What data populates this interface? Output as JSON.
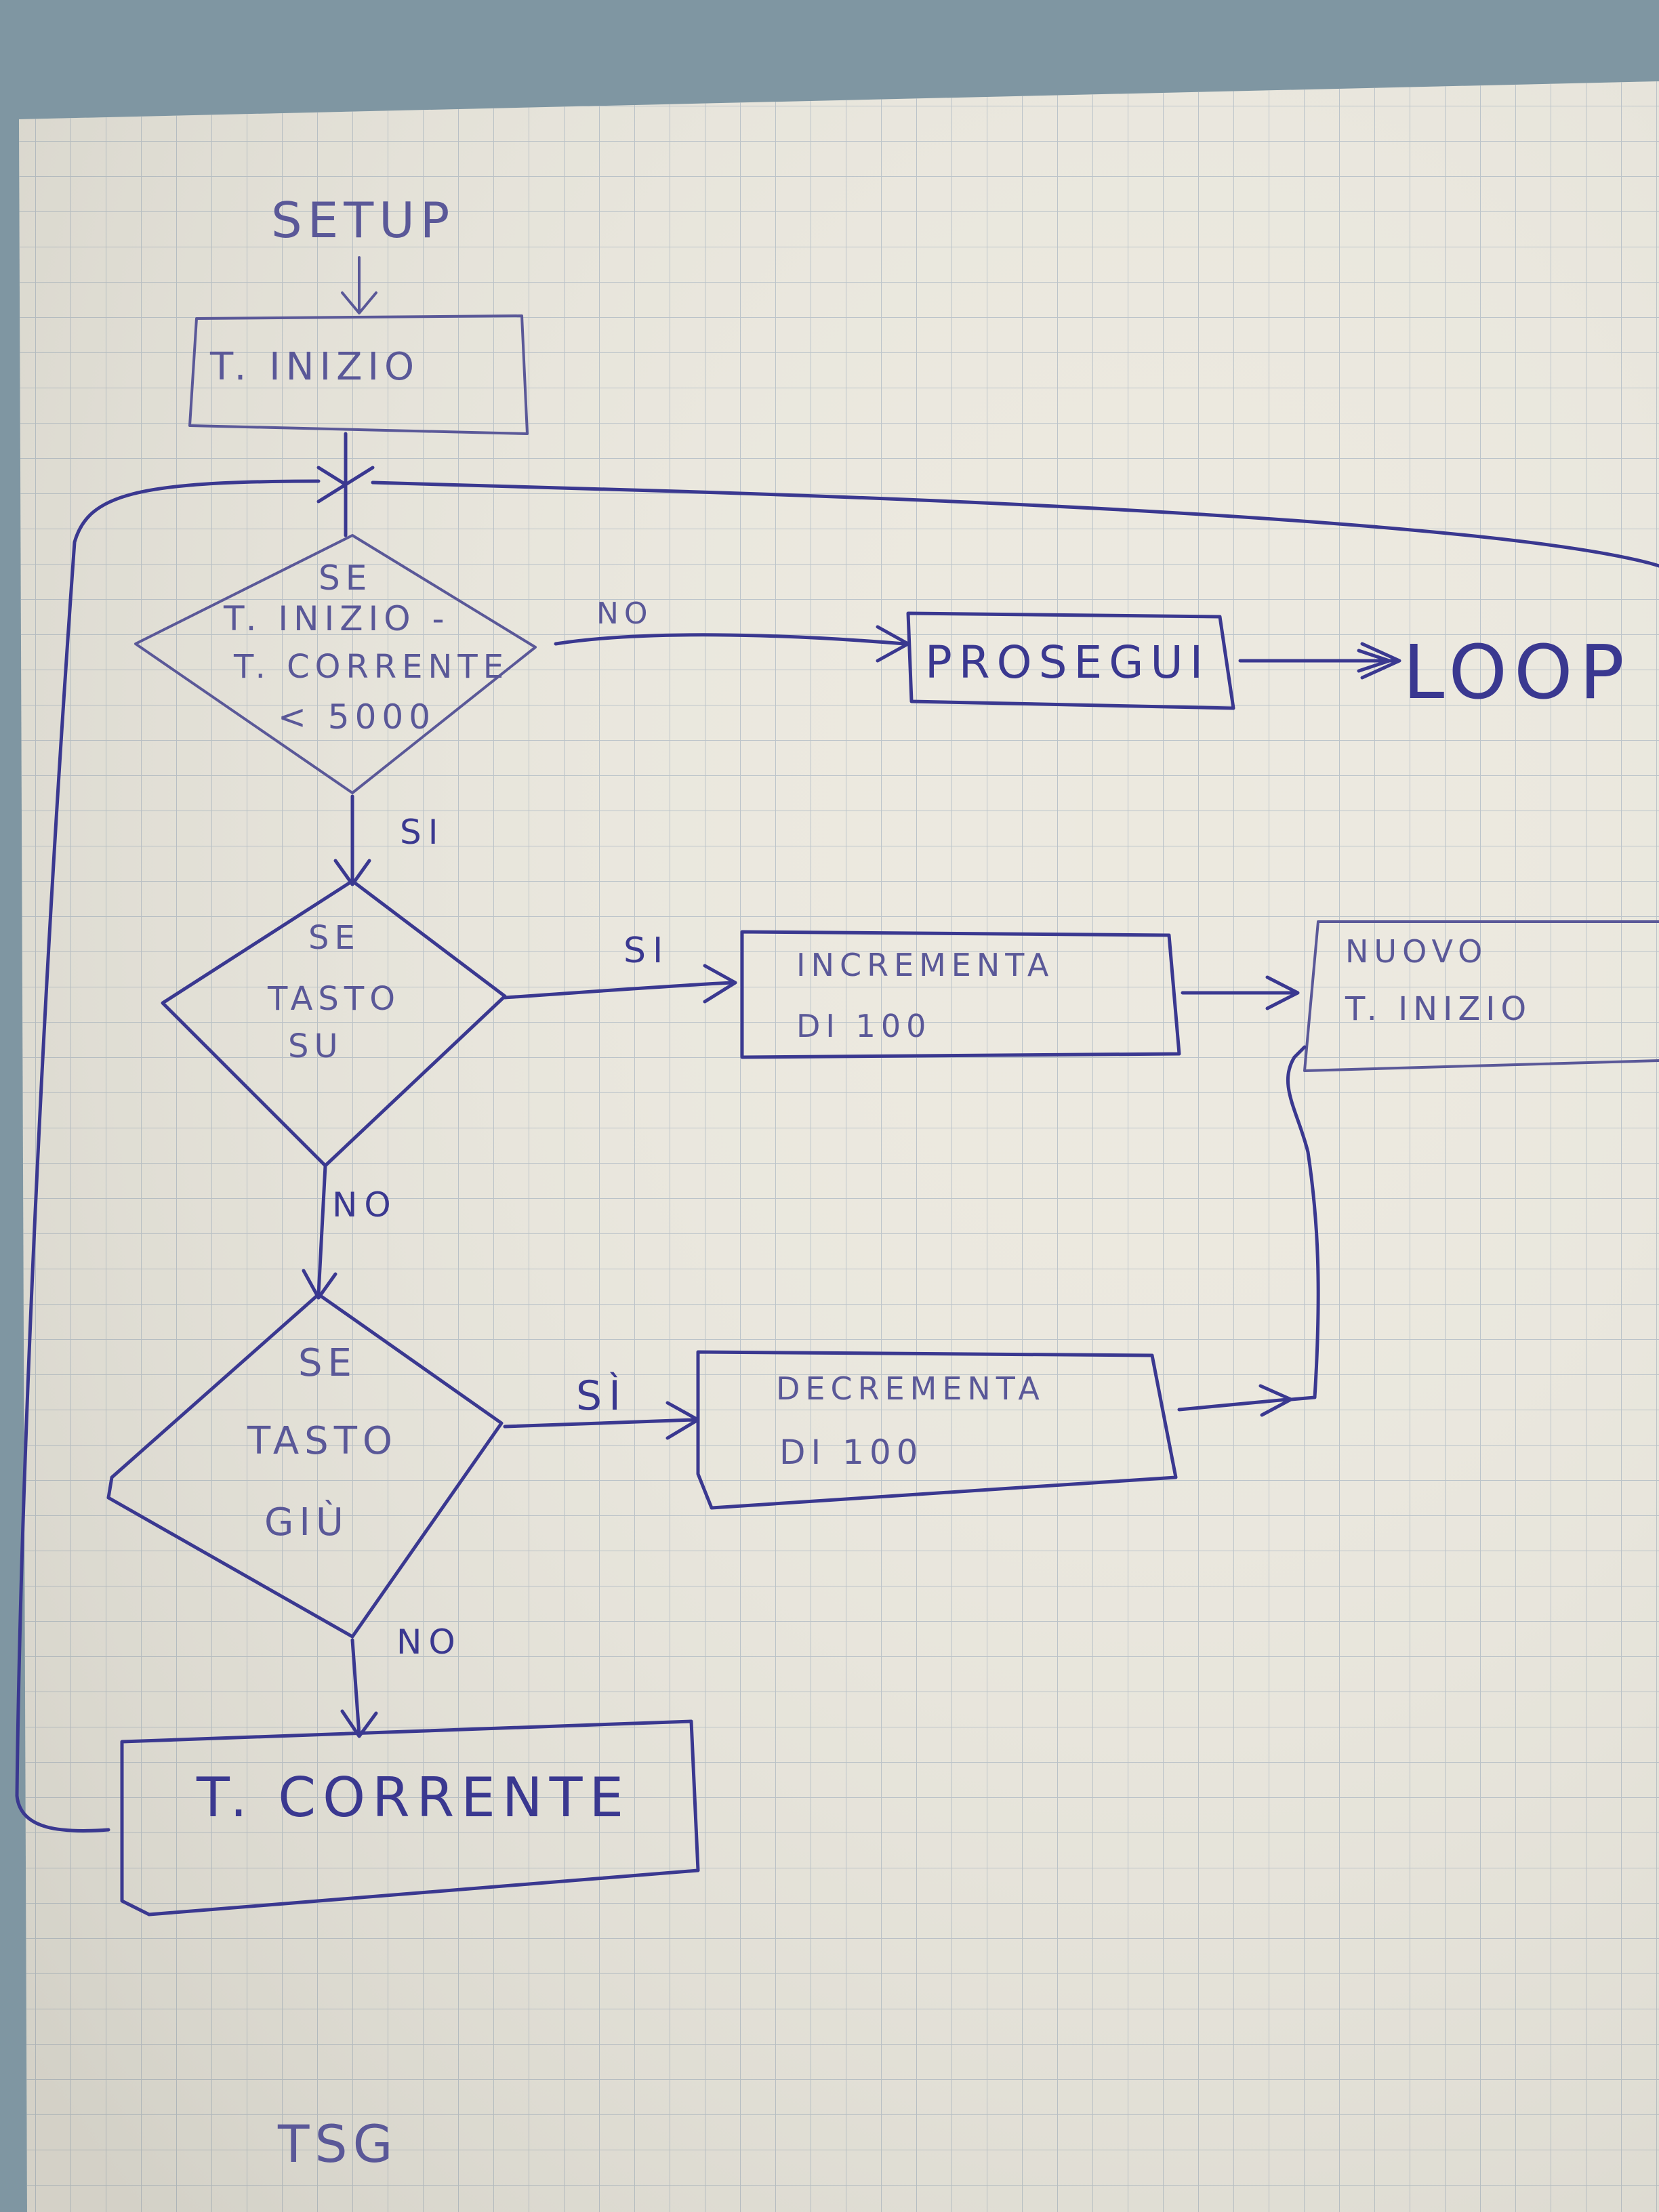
{
  "diagram": {
    "setup": "SETUP",
    "t_inizio": "T. INIZIO",
    "decision1": [
      "SE",
      "T. INIZIO -",
      "T. CORRENTE",
      "< 5000"
    ],
    "decision1_no": "NO",
    "decision1_yes": "SI",
    "prosegui": "PROSEGUI",
    "loop": "LOOP",
    "decision2": [
      "SE",
      "TASTO",
      "SU"
    ],
    "decision2_yes": "SI",
    "decision2_no": "NO",
    "incrementa": [
      "INCREMENTA",
      "DI 100"
    ],
    "nuovo": [
      "NUOVO",
      "T. INIZIO"
    ],
    "decision3": [
      "SE",
      "TASTO",
      "GIÙ"
    ],
    "decision3_yes": "SÌ",
    "decision3_no": "NO",
    "decrementa": [
      "DECREMENTA",
      "DI 100"
    ],
    "t_corrente": "T. CORRENTE",
    "signature": "TSG"
  },
  "colors": {
    "paper": "#ece9df",
    "grid": "#b9c2c9",
    "ink": "#3a3890",
    "background": "#7f96a2"
  }
}
